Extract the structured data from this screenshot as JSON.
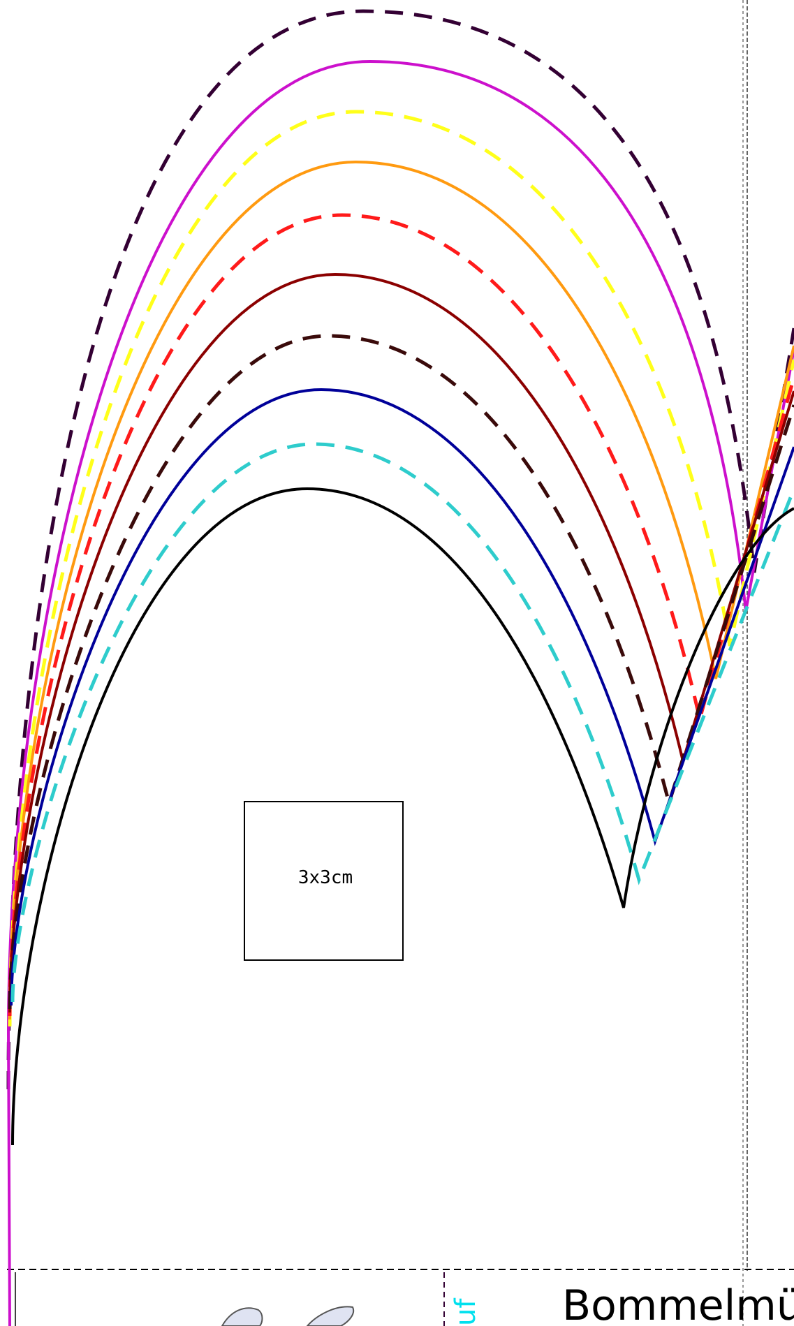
{
  "pattern": {
    "scale_square_label": "3x3cm",
    "footer_title": "Bommelmüt",
    "side_label_partial": "uf",
    "curve_colors": [
      "#000000",
      "#2ecccc",
      "#000099",
      "#3a0a0a",
      "#8b0000",
      "#ff1a1a",
      "#ff9a10",
      "#ffff1a",
      "#cc10cc",
      "#330033"
    ]
  }
}
